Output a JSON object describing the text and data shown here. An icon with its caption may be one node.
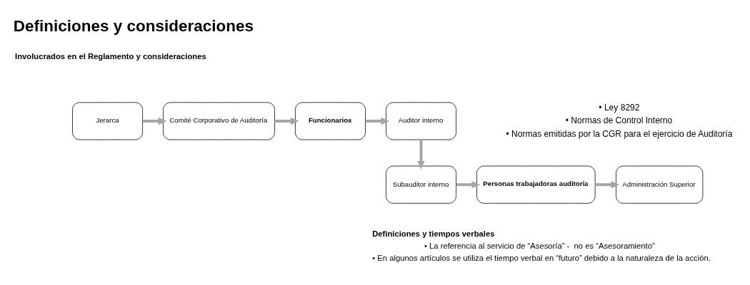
{
  "diagram": {
    "title": "Definiciones y consideraciones",
    "nodes": [
      {
        "text": [
          "Jerarca"
        ]
      },
      {
        "text": [
          "Comité Corporativo de Auditoría"
        ]
      },
      {
        "text": [
          "Funcionarios"
        ]
      },
      {
        "text": [
          "Auditor interno"
        ]
      },
      {
        "text": [
          "Subauditor interno"
        ]
      },
      {
        "text": [
          "Personas trabajadoras auditoría"
        ]
      },
      {
        "text": [
          "Administración Superior"
        ]
      }
    ],
    "edges": [
      {
        "from": 0,
        "to": 1,
        "arrow": "to"
      },
      {
        "from": 1,
        "to": 2,
        "arrow": "to"
      },
      {
        "from": 2,
        "to": 3,
        "arrow": "to"
      },
      {
        "from": 3,
        "to": 4,
        "arrow": "to"
      },
      {
        "from": 4,
        "to": 5,
        "arrow": "to"
      },
      {
        "from": 5,
        "to": 6,
        "arrow": "to"
      }
    ],
    "labels": [
      "Involucrados en el Reglamento y consideraciones",
      "• Ley 8292",
      "• Normas de Control Interno",
      "• Normas emitidas por la CGR para el ejercicio de Auditoría",
      "Definiciones y tiempos verbales",
      "• La referencia al servicio de “Asesoría” -  no es “Asesoramiento”",
      "• En algunos artículos se utiliza el tiempo verbal en “**futuro**” debido a la naturaleza de la acción."
    ]
  }
}
